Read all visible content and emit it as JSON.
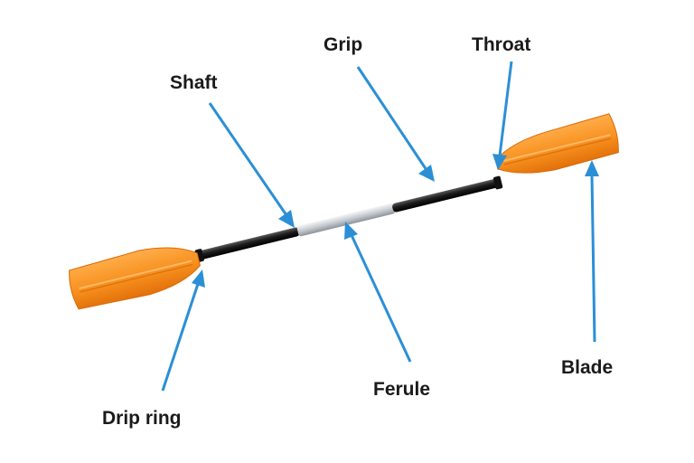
{
  "labels": {
    "shaft": "Shaft",
    "grip": "Grip",
    "throat": "Throat",
    "drip_ring": "Drip ring",
    "ferule": "Ferule",
    "blade": "Blade"
  },
  "colors": {
    "blade": "#f7901e",
    "blade_dark": "#e2700a",
    "shaft_black": "#1c1c1c",
    "ferule_silver": "#c9cdd1",
    "arrow": "#2b8fd6",
    "text": "#1a1a1a"
  }
}
